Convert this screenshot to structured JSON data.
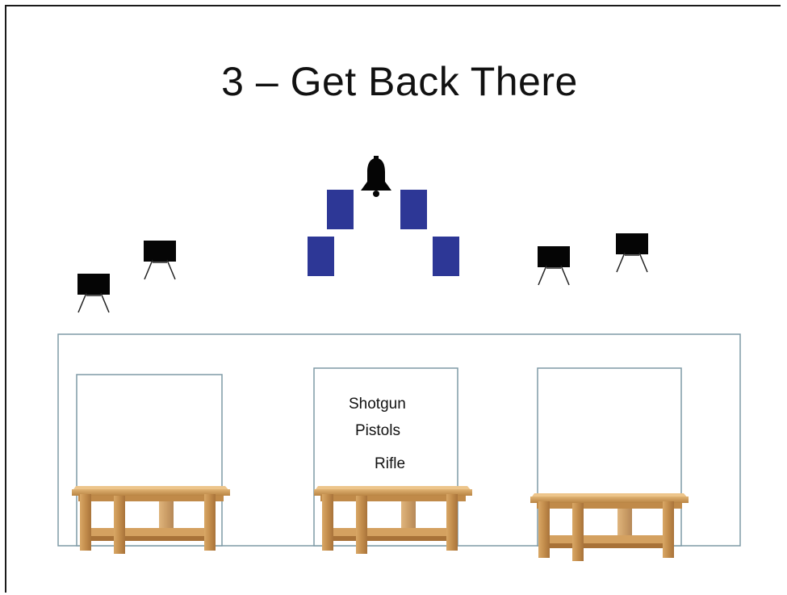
{
  "slide": {
    "title": "3 – Get Back There"
  },
  "center_bay": {
    "items": [
      "Shotgun",
      "Pistols",
      "Rifle"
    ]
  },
  "colors": {
    "steel_target": "#050505",
    "paper_target": "#2d3796",
    "bay_outline": "#7e9aa6",
    "table_wood": "#c9954f"
  },
  "icons": {
    "bell": "bell-icon",
    "steel": "steel-target-icon",
    "paper": "paper-target-icon",
    "table": "table-icon"
  }
}
